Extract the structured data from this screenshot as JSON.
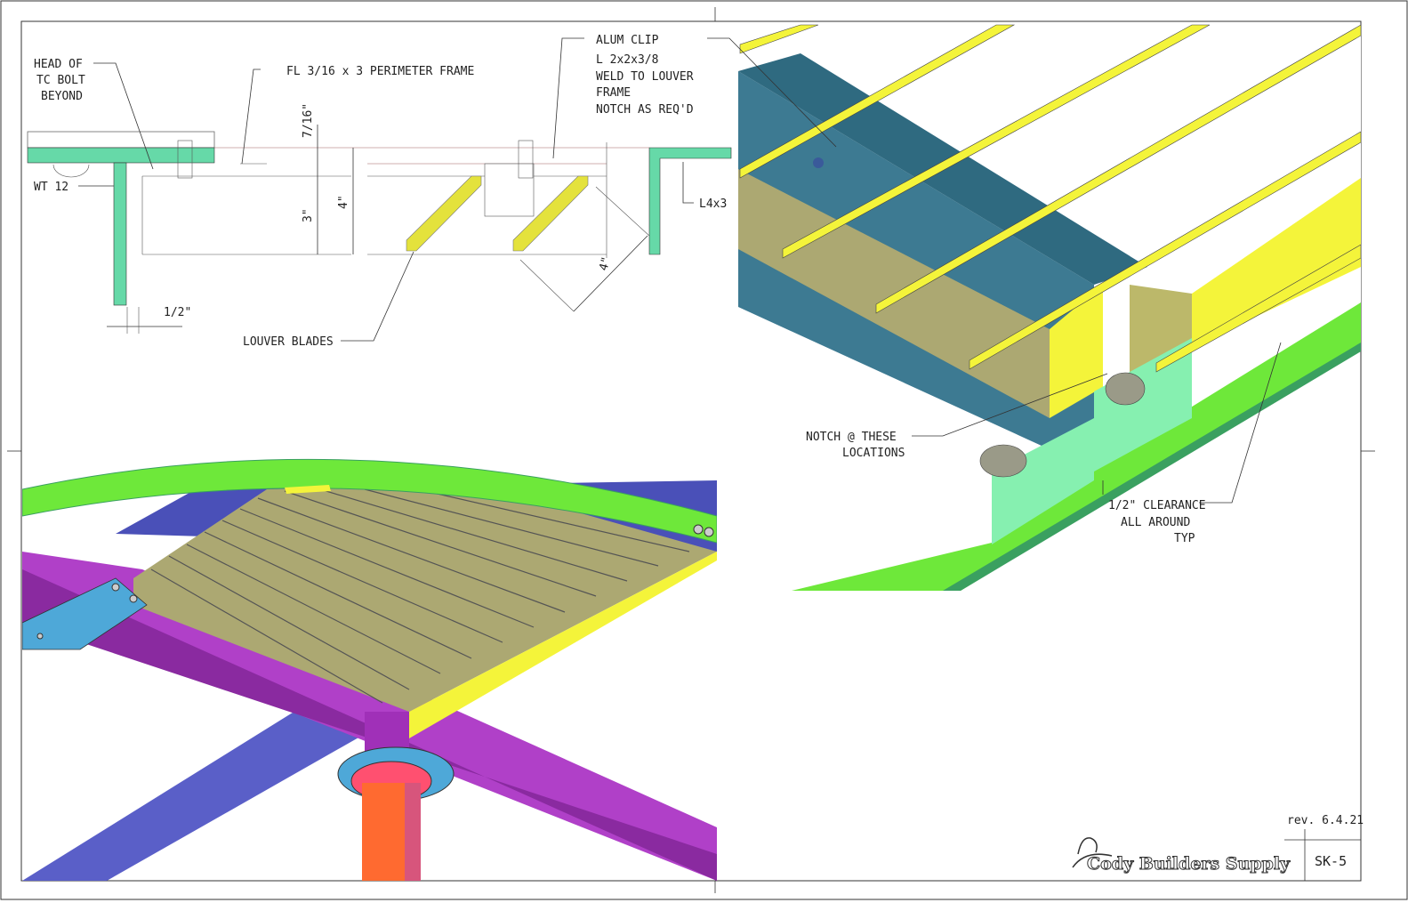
{
  "sheet": {
    "revision": "rev. 6.4.21",
    "sheet_number": "SK-5",
    "company_logo_text": "Cody Builders Supply"
  },
  "section_detail": {
    "labels": {
      "head_of_bolt": [
        "HEAD OF",
        "TC BOLT",
        "BEYOND"
      ],
      "wt12": "WT 12",
      "perimeter_frame": "FL 3/16 x 3 PERIMETER FRAME",
      "alum_clip": [
        "ALUM CLIP",
        "L 2x2x3/8",
        "WELD TO LOUVER",
        "FRAME",
        "NOTCH AS REQ'D"
      ],
      "angle": "L4x3",
      "louver_blades": "LOUVER BLADES"
    },
    "dimensions": {
      "frame_gap": "7/16\"",
      "frame_depth": "3\"",
      "overall_depth": "4\"",
      "blade_spacing": "4\"",
      "edge_clearance": "1/2\""
    }
  },
  "iso_detail": {
    "labels": {
      "notch": [
        "NOTCH @ THESE",
        "LOCATIONS"
      ],
      "clearance": [
        "1/2\" CLEARANCE",
        "ALL AROUND",
        "TYP"
      ]
    }
  },
  "colors": {
    "steel_teal": "#66d9a8",
    "blade_yellow": "#e4e23c",
    "beam_magenta": "#b040c8",
    "beam_blue": "#5a5fc8",
    "curb_green": "#6ee83a",
    "column_orange": "#ff6a30",
    "louver_khaki": "#aca872"
  }
}
